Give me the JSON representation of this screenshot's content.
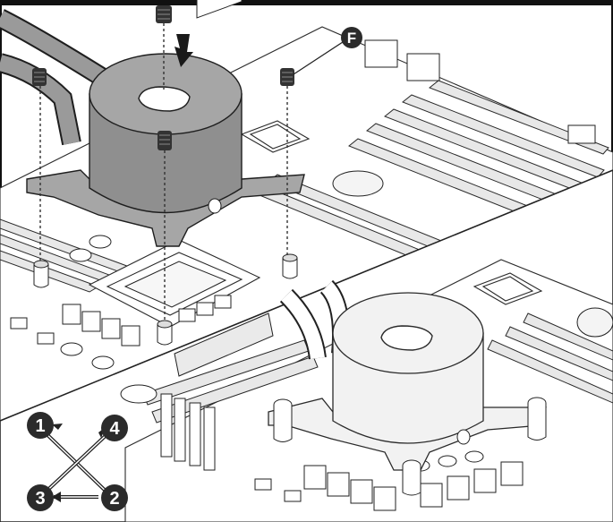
{
  "callout": {
    "label": "F"
  },
  "sequence": {
    "steps": [
      {
        "label": "1"
      },
      {
        "label": "4"
      },
      {
        "label": "3"
      },
      {
        "label": "2"
      }
    ]
  },
  "colors": {
    "pump_fill": "#8f8f8f",
    "outline": "#1e1e1e",
    "background": "#ffffff"
  }
}
